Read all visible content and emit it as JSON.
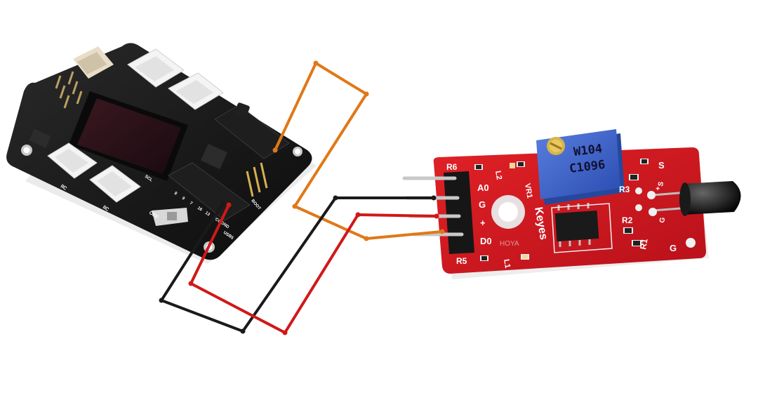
{
  "controller_board": {
    "labels": {
      "port_a": "IIC",
      "port_b": "IIC",
      "port_c": "SCL",
      "pin_row": "BOOT",
      "switch": "OFF",
      "usb_label": "USB5",
      "pins": [
        "8",
        "9",
        "7",
        "16",
        "13",
        "VCC",
        "GND"
      ]
    }
  },
  "flame_sensor": {
    "header_labels": [
      "A0",
      "G",
      "+",
      "D0"
    ],
    "resistor_labels": [
      "R6",
      "R5",
      "R3",
      "R2",
      "R1",
      "VR1"
    ],
    "led_labels": [
      "L2",
      "L1"
    ],
    "output_labels": [
      "S",
      "+",
      "S",
      "G",
      "G"
    ],
    "brand": "Keyes",
    "brand_small": "HOYA",
    "potentiometer": {
      "line1": "W104",
      "line2": "C1096"
    }
  },
  "wires": {
    "orange": "#e07818",
    "black": "#1a1a1a",
    "red": "#d01818"
  }
}
